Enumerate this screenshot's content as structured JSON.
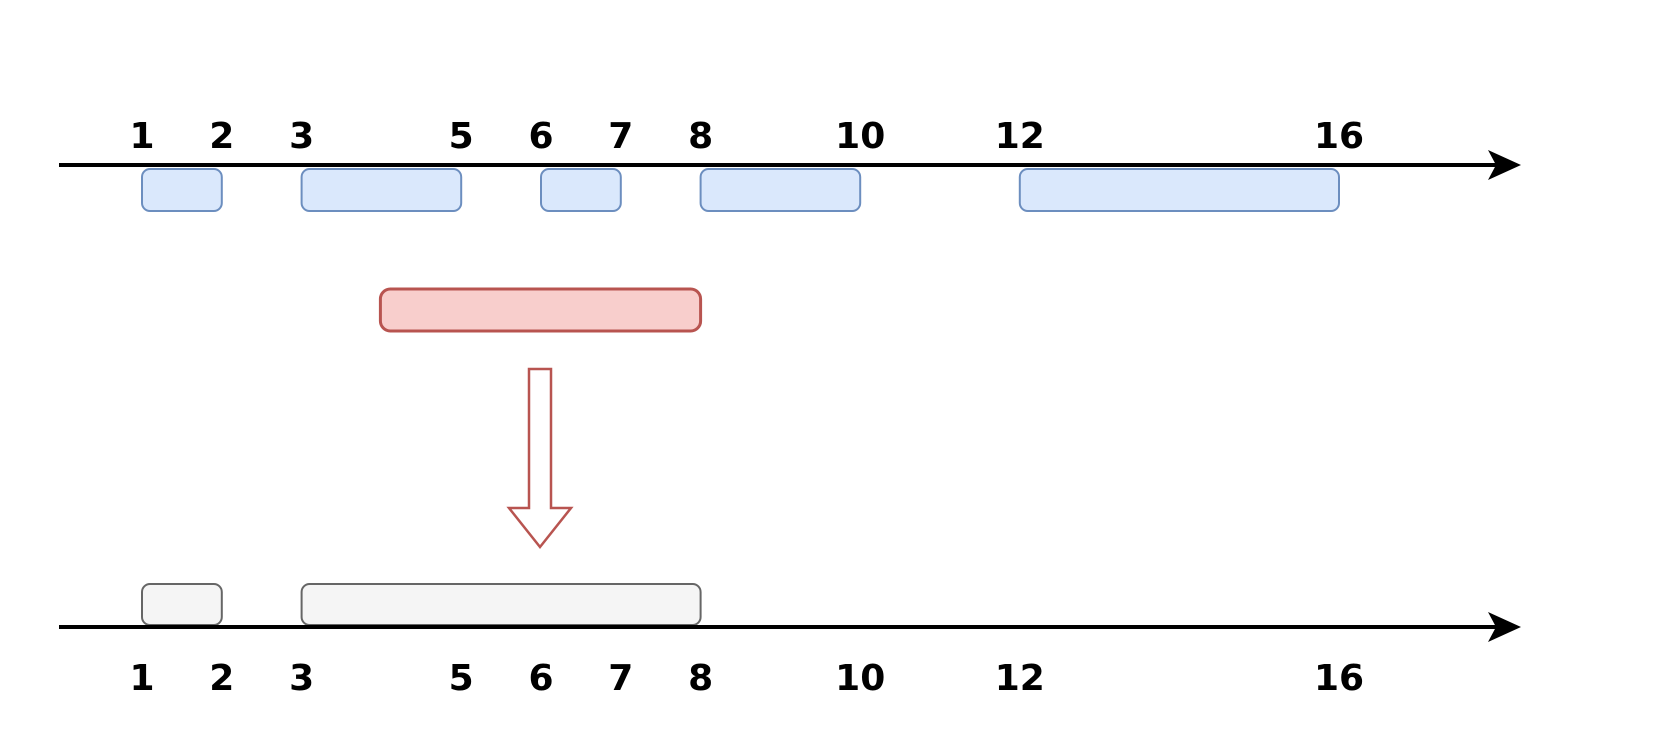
{
  "figure": {
    "type": "interval_merge_diagram",
    "axis_ticks": [
      1,
      2,
      3,
      5,
      6,
      7,
      8,
      10,
      12,
      16
    ],
    "top_intervals": [
      [
        1,
        2
      ],
      [
        3,
        5
      ],
      [
        6,
        7
      ],
      [
        8,
        10
      ],
      [
        12,
        16
      ]
    ],
    "new_interval": [
      4,
      8
    ],
    "result_intervals": [
      [
        1,
        2
      ],
      [
        3,
        8
      ]
    ],
    "icons": {
      "merge_arrow": "down-arrow-outline",
      "axis_end": "right-arrowhead"
    },
    "colors": {
      "top_interval_fill": "#dae8fc",
      "top_interval_stroke": "#6c8ebf",
      "new_interval_fill": "#f8cecc",
      "new_interval_stroke": "#b85450",
      "result_interval_fill": "#f5f5f5",
      "result_interval_stroke": "#666666",
      "axis": "#000000",
      "background": "#ffffff"
    }
  }
}
